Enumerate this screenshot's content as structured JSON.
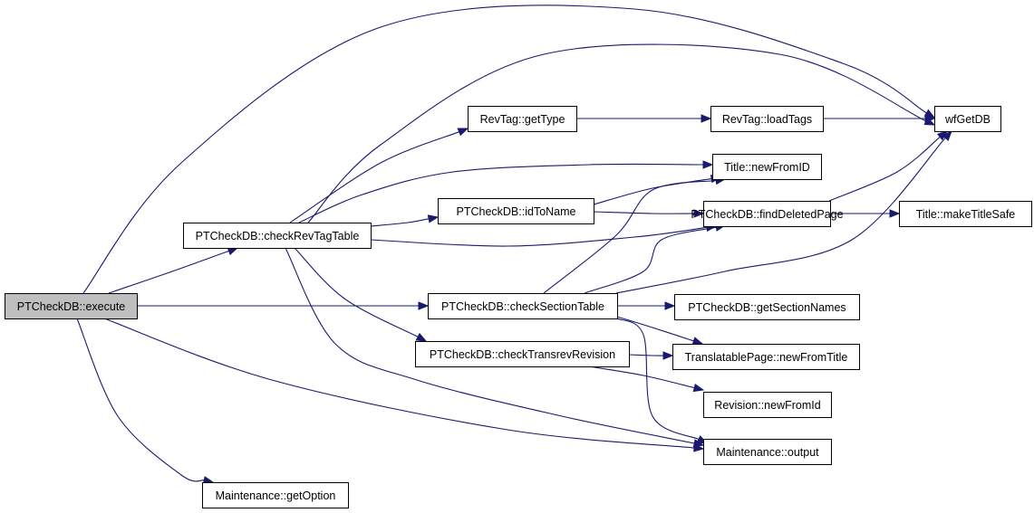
{
  "nodes": [
    {
      "id": "execute",
      "label": "PTCheckDB::execute",
      "root": true
    },
    {
      "id": "checkRevTagTable",
      "label": "PTCheckDB::checkRevTagTable"
    },
    {
      "id": "getOption",
      "label": "Maintenance::getOption"
    },
    {
      "id": "getType",
      "label": "RevTag::getType"
    },
    {
      "id": "idToName",
      "label": "PTCheckDB::idToName"
    },
    {
      "id": "checkSectionTable",
      "label": "PTCheckDB::checkSectionTable"
    },
    {
      "id": "checkTransrevRevision",
      "label": "PTCheckDB::checkTransrevRevision"
    },
    {
      "id": "loadTags",
      "label": "RevTag::loadTags"
    },
    {
      "id": "newFromID",
      "label": "Title::newFromID"
    },
    {
      "id": "findDeletedPage",
      "label": "PTCheckDB::findDeletedPage"
    },
    {
      "id": "getSectionNames",
      "label": "PTCheckDB::getSectionNames"
    },
    {
      "id": "newFromTitle",
      "label": "TranslatablePage::newFromTitle"
    },
    {
      "id": "revNewFromId",
      "label": "Revision::newFromId"
    },
    {
      "id": "output",
      "label": "Maintenance::output"
    },
    {
      "id": "wfGetDB",
      "label": "wfGetDB"
    },
    {
      "id": "makeTitleSafe",
      "label": "Title::makeTitleSafe"
    }
  ],
  "edges": [
    {
      "from": "execute",
      "to": "wfGetDB"
    },
    {
      "from": "execute",
      "to": "checkRevTagTable"
    },
    {
      "from": "execute",
      "to": "checkSectionTable"
    },
    {
      "from": "execute",
      "to": "output"
    },
    {
      "from": "execute",
      "to": "getOption"
    },
    {
      "from": "checkRevTagTable",
      "to": "wfGetDB"
    },
    {
      "from": "checkRevTagTable",
      "to": "getType"
    },
    {
      "from": "checkRevTagTable",
      "to": "newFromID"
    },
    {
      "from": "checkRevTagTable",
      "to": "idToName"
    },
    {
      "from": "checkRevTagTable",
      "to": "findDeletedPage"
    },
    {
      "from": "checkRevTagTable",
      "to": "checkTransrevRevision"
    },
    {
      "from": "checkRevTagTable",
      "to": "output"
    },
    {
      "from": "getType",
      "to": "loadTags"
    },
    {
      "from": "loadTags",
      "to": "wfGetDB"
    },
    {
      "from": "idToName",
      "to": "newFromID"
    },
    {
      "from": "idToName",
      "to": "findDeletedPage"
    },
    {
      "from": "findDeletedPage",
      "to": "wfGetDB"
    },
    {
      "from": "findDeletedPage",
      "to": "makeTitleSafe"
    },
    {
      "from": "checkSectionTable",
      "to": "newFromID"
    },
    {
      "from": "checkSectionTable",
      "to": "findDeletedPage"
    },
    {
      "from": "checkSectionTable",
      "to": "wfGetDB"
    },
    {
      "from": "checkSectionTable",
      "to": "getSectionNames"
    },
    {
      "from": "checkSectionTable",
      "to": "newFromTitle"
    },
    {
      "from": "checkSectionTable",
      "to": "output"
    },
    {
      "from": "checkTransrevRevision",
      "to": "newFromTitle"
    },
    {
      "from": "checkTransrevRevision",
      "to": "revNewFromId"
    }
  ]
}
